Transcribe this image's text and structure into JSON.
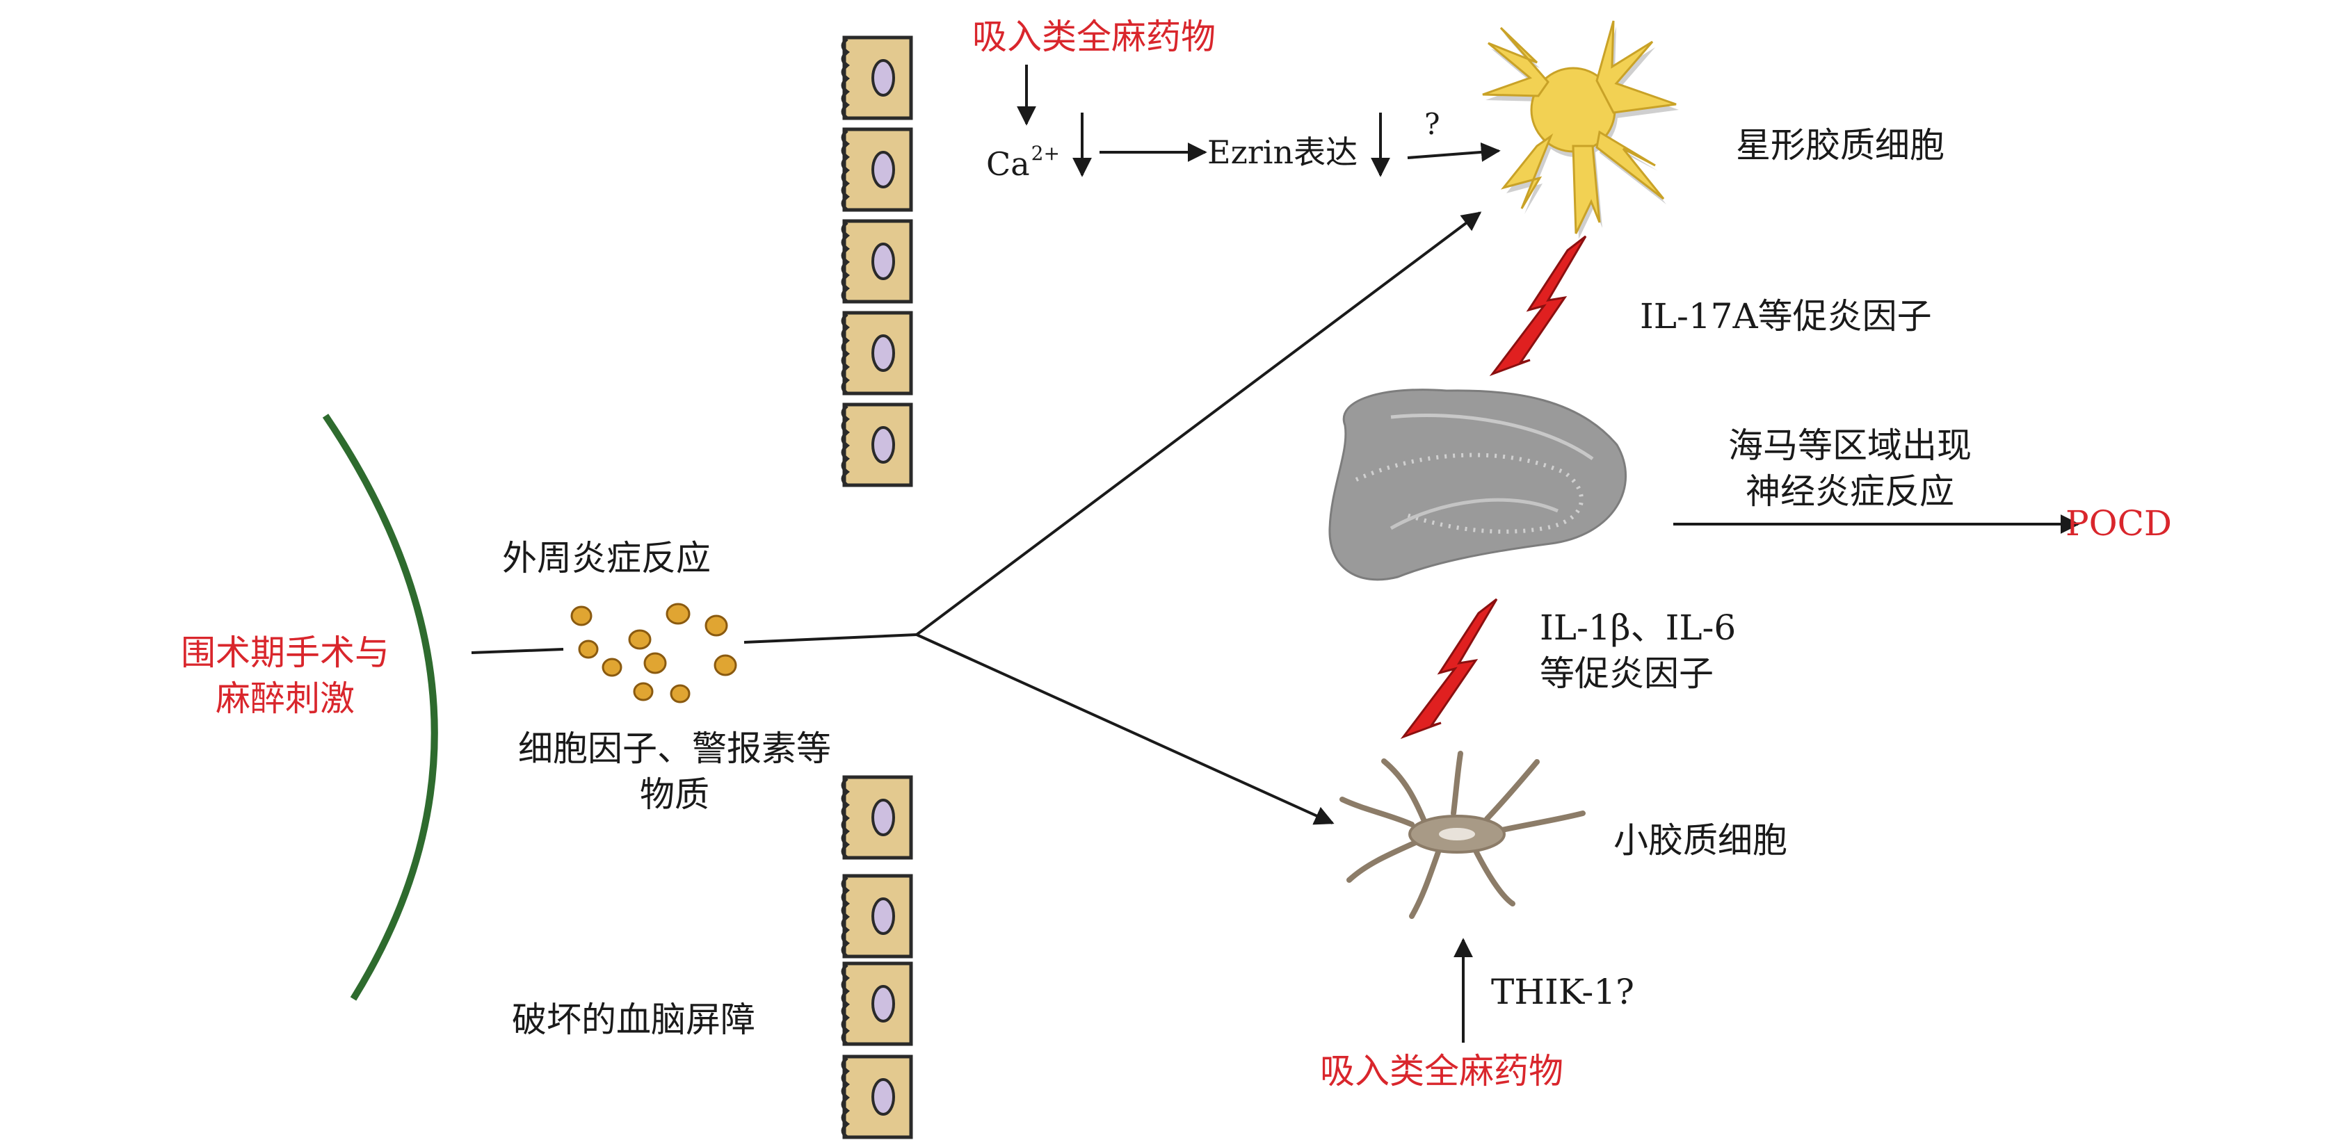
{
  "diagram": {
    "colors": {
      "red_text": "#d9262c",
      "arc": "#2e6b2e",
      "astrocyte": "#f2d153",
      "dots": "#e0a532",
      "bolt": "#e02020",
      "microglia": "#a89a86",
      "hippocampus": "#9a9a9a",
      "cell_body": "#e3c98f",
      "nucleus": "#cdbfe0"
    },
    "stimulus": {
      "line1": "围术期手术与",
      "line2": "麻醉刺激"
    },
    "peripheral_inflammation": "外周炎症反应",
    "cytokines": {
      "line1": "细胞因子、警报素等",
      "line2": "物质"
    },
    "bbb": "破坏的血脑屏障",
    "top_anesthetic": "吸入类全麻药物",
    "ca": {
      "base": "Ca",
      "sup": "2+"
    },
    "ezrin": "Ezrin表达",
    "question": "?",
    "astrocyte": "星形胶质细胞",
    "il17a": "IL-17A等促炎因子",
    "hippocampus": {
      "line1": "海马等区域出现",
      "line2": "神经炎症反应"
    },
    "pocd": "POCD",
    "il1": {
      "line1": "IL-1β、IL-6",
      "line2": "等促炎因子"
    },
    "microglia": "小胶质细胞",
    "thik": "THIK-1?",
    "bottom_anesthetic": "吸入类全麻药物"
  }
}
